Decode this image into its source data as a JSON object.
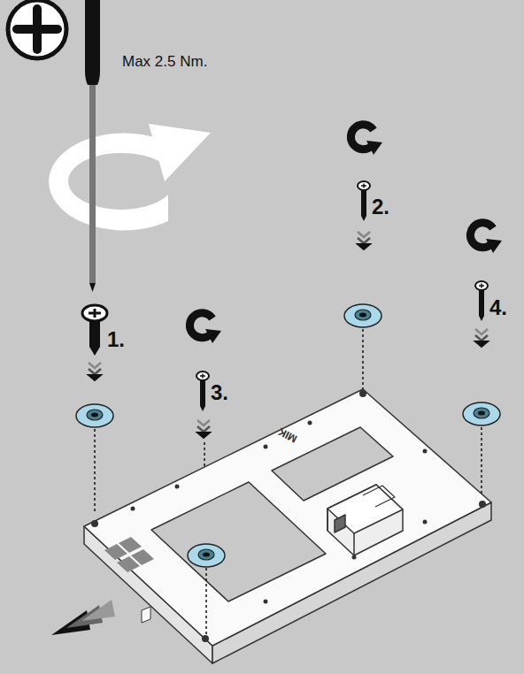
{
  "diagram": {
    "labels": [
      "Max 2.5 Nm.",
      "1.",
      "2.",
      "3.",
      "4.",
      "MIK"
    ]
  }
}
